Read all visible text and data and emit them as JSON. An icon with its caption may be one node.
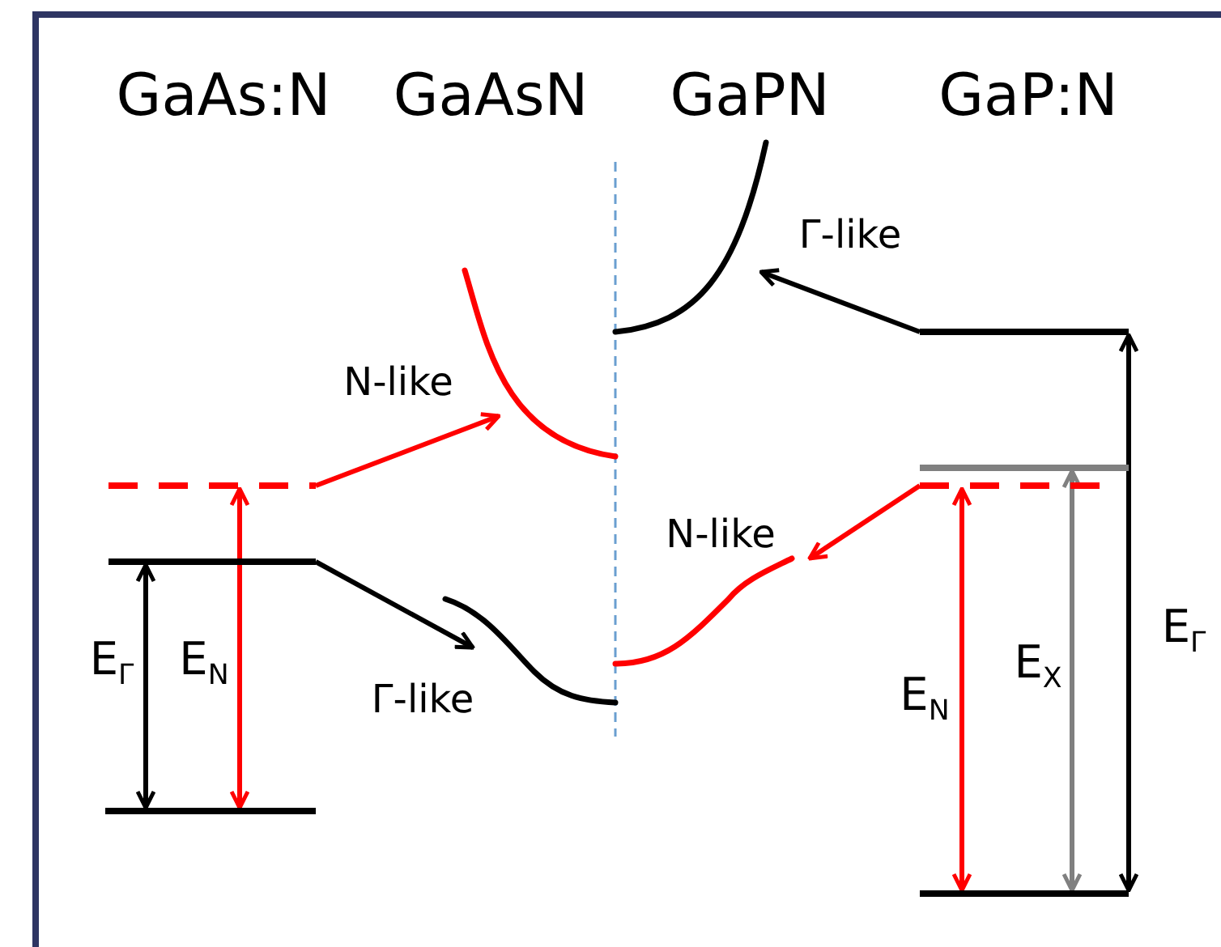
{
  "diagram": {
    "nodes": [
      {
        "text": [],
        "shape": "bar"
      },
      {
        "text": [],
        "shape": "bar"
      },
      {
        "text": [],
        "shape": "bar"
      },
      {
        "text": [],
        "shape": "curve"
      },
      {
        "text": [],
        "shape": "curve"
      },
      {
        "text": [],
        "shape": "curve"
      },
      {
        "text": [],
        "shape": "curve"
      },
      {
        "text": [],
        "shape": "bar"
      },
      {
        "text": [],
        "shape": "bar"
      },
      {
        "text": [],
        "shape": "bar"
      },
      {
        "text": [],
        "shape": "bar"
      }
    ],
    "edges": [
      {
        "from": 0,
        "to": 3,
        "arrow": "to",
        "label": "N-like",
        "color": "#ff0000"
      },
      {
        "from": 1,
        "to": 4,
        "arrow": "to",
        "label": "Γ-like",
        "color": "#000000"
      },
      {
        "from": 7,
        "to": 5,
        "arrow": "to",
        "label": "Γ-like",
        "color": "#000000"
      },
      {
        "from": 9,
        "to": 6,
        "arrow": "to",
        "label": "N-like",
        "color": "#ff0000"
      },
      {
        "from": 1,
        "to": 2,
        "arrow": "both",
        "color": "#000000"
      },
      {
        "from": 0,
        "to": 2,
        "arrow": "both",
        "color": "#ff0000"
      },
      {
        "from": 9,
        "to": 10,
        "arrow": "both",
        "color": "#ff0000"
      },
      {
        "from": 8,
        "to": 10,
        "arrow": "both",
        "color": "#808080"
      },
      {
        "from": 7,
        "to": 10,
        "arrow": "both",
        "color": "#000000"
      }
    ],
    "labels": [
      "GaAs:N",
      "GaAsN",
      "GaPN",
      "GaP:N",
      "E$_{Γ}$",
      "E$_{N}$",
      "E$_{N}$",
      "E$_{X}$",
      "E$_{Γ}$"
    ]
  }
}
